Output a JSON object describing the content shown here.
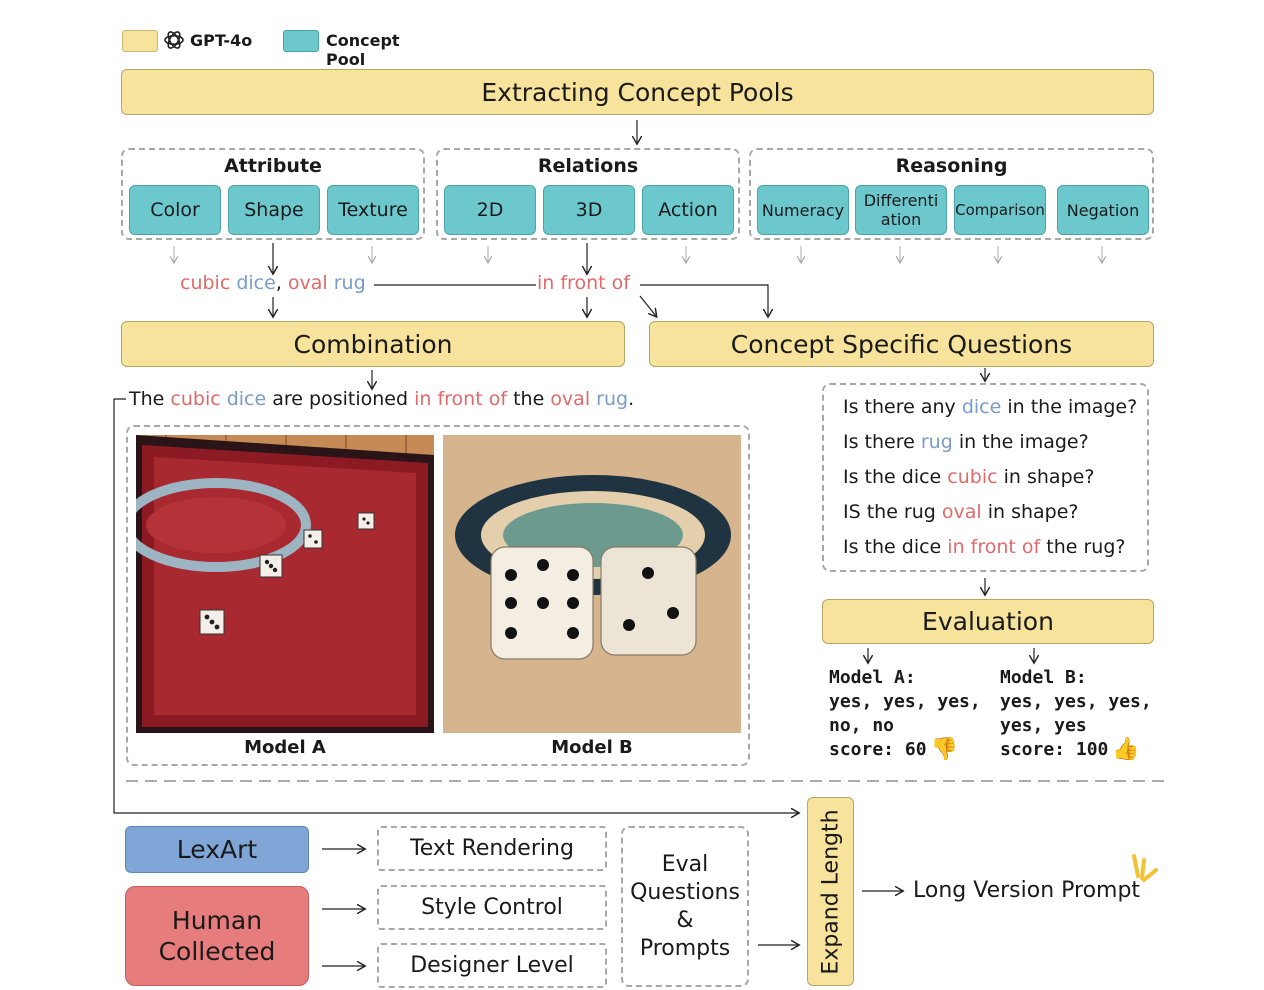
{
  "legend": {
    "gpt": "GPT-4o",
    "pool": "Concept Pool"
  },
  "colors": {
    "yellow": "#f7e39c",
    "teal": "#6cc8cc",
    "red": "#e06a6a",
    "blue": "#7a9cc9",
    "lexart": "#7fa6d6",
    "human": "#e67c7c"
  },
  "header": "Extracting Concept Pools",
  "groups": {
    "attribute": {
      "title": "Attribute",
      "items": [
        "Color",
        "Shape",
        "Texture"
      ]
    },
    "relations": {
      "title": "Relations",
      "items": [
        "2D",
        "3D",
        "Action"
      ]
    },
    "reasoning": {
      "title": "Reasoning",
      "items": [
        "Numeracy",
        "Differenti ation",
        "Comparison",
        "Negation"
      ]
    }
  },
  "concepts": {
    "cubic": "cubic",
    "dice": "dice",
    "comma": ",",
    "oval": "oval",
    "rug": "rug",
    "in_front_of": "in front of"
  },
  "combination": "Combination",
  "csq": "Concept Specific Questions",
  "sentence": {
    "p1": "The",
    "cubic": "cubic",
    "dice": "dice",
    "p2": "are positioned",
    "in": "in",
    "front": "front",
    "of": "of",
    "p3": "the",
    "oval": "oval",
    "rug": "rug",
    "p4": "."
  },
  "questions": [
    {
      "a": "Is there any",
      "b": "dice",
      "c": "in the image?"
    },
    {
      "a": "Is there",
      "b": "rug",
      "c": "in the image?"
    },
    {
      "a": "Is the dice",
      "b": "cubic",
      "c": "in shape?"
    },
    {
      "a": "IS the rug",
      "b": "oval",
      "c": "in shape?"
    },
    {
      "a": "Is the dice",
      "b": "in front of",
      "c": "the rug?"
    }
  ],
  "evaluation": "Evaluation",
  "models": {
    "a": {
      "label": "Model A",
      "title": "Model A:",
      "l1": "yes, yes, yes,",
      "l2": "no, no",
      "score": "score: 60"
    },
    "b": {
      "label": "Model B",
      "title": "Model B:",
      "l1": "yes, yes, yes,",
      "l2": "yes, yes",
      "score": "score: 100"
    }
  },
  "bottom": {
    "lexart": "LexArt",
    "human": "Human Collected",
    "text_rendering": "Text Rendering",
    "style_control": "Style Control",
    "designer_level": "Designer Level",
    "eval_qp": "Eval Questions & Prompts",
    "expand": "Expand Length",
    "long": "Long Version Prompt"
  }
}
